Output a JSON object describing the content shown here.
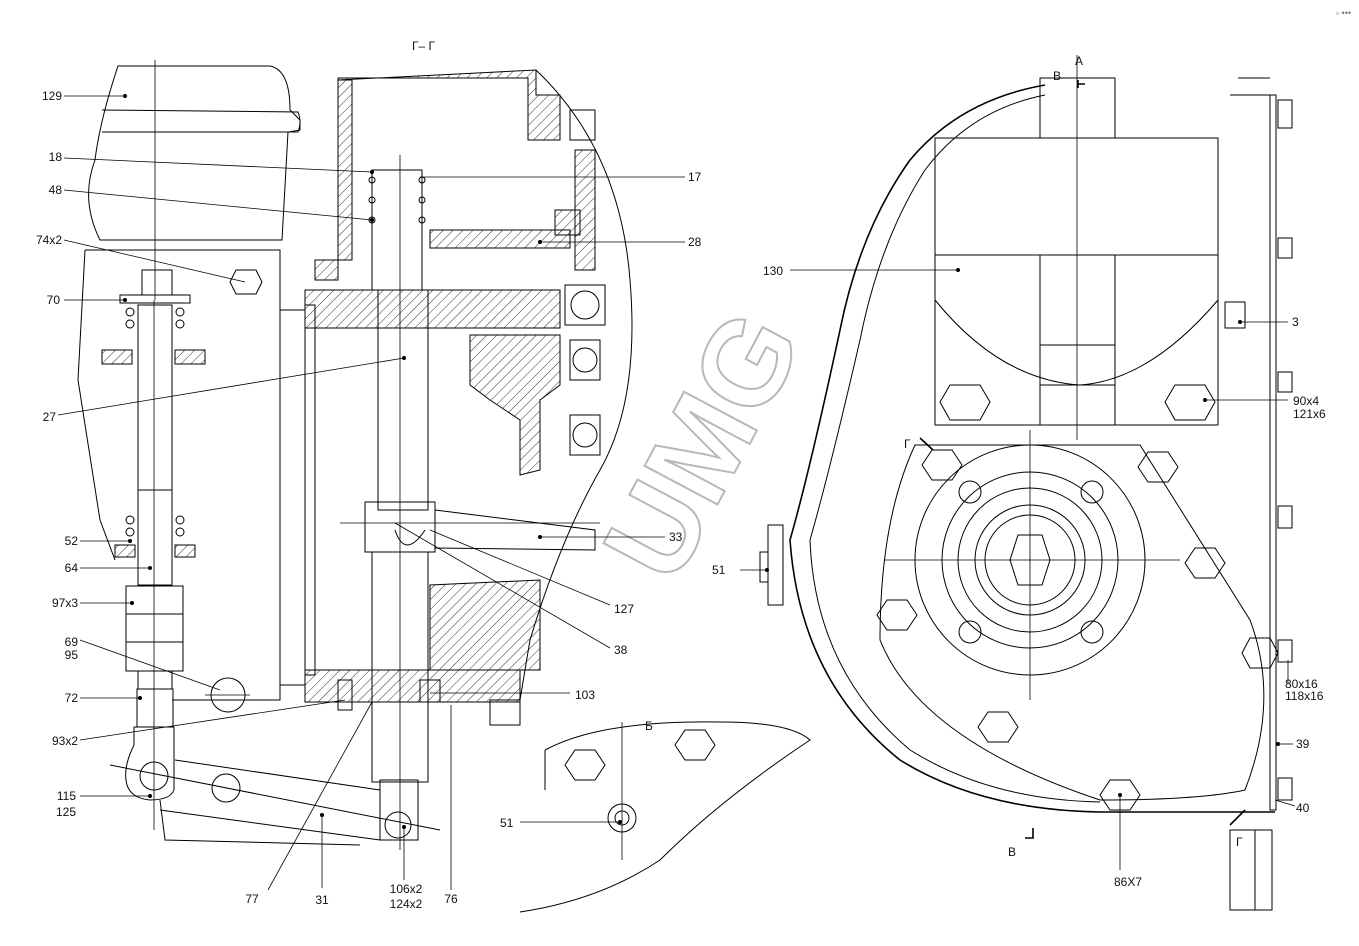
{
  "drawing": {
    "section_title": "Г– Г",
    "detail_label": "Б",
    "view_marks": {
      "a": "A",
      "b_top": "В",
      "b_bottom": "В",
      "g_left": "Г",
      "g_right": "Г"
    },
    "watermark": "UMG",
    "toolbar": {
      "icon": "expand-icon",
      "more": "•••"
    },
    "callouts": {
      "c129": "129",
      "c18": "18",
      "c48": "48",
      "c74": "74x2",
      "c70": "70",
      "c27": "27",
      "c52": "52",
      "c64": "64",
      "c97": "97x3",
      "c69": "69",
      "c95": "95",
      "c72": "72",
      "c93": "93x2",
      "c115": "115",
      "c125": "125",
      "c77": "77",
      "c31": "31",
      "c106": "106x2",
      "c124": "124x2",
      "c76": "76",
      "c17": "17",
      "c28": "28",
      "c33": "33",
      "c127": "127",
      "c38": "38",
      "c103": "103",
      "c51a": "51",
      "c51b": "51",
      "c130": "130",
      "c3": "3",
      "c90": "90x4",
      "c121": "121x6",
      "c80": "80x16",
      "c118": "118x16",
      "c39": "39",
      "c40": "40",
      "c86": "86X7"
    }
  }
}
